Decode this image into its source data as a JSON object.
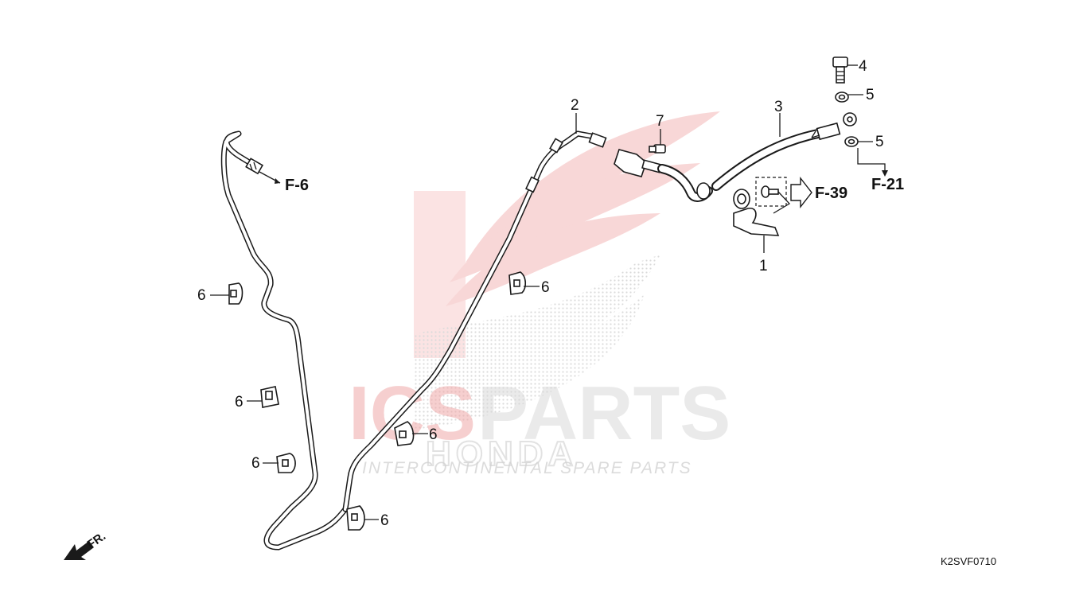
{
  "callouts": {
    "c1": "1",
    "c2": "2",
    "c3": "3",
    "c4": "4",
    "c5a": "5",
    "c5b": "5",
    "c6a": "6",
    "c6b": "6",
    "c6c": "6",
    "c6d": "6",
    "c6e": "6",
    "c6f": "6",
    "c7": "7"
  },
  "references": {
    "f6": "F-6",
    "f39": "F-39",
    "f21": "F-21"
  },
  "direction_label": "FR.",
  "diagram_code": "K2SVF0710",
  "watermark": {
    "brand_left": "ICS",
    "brand_right": "PARTS",
    "make": "HONDA",
    "tagline": "INTERCONTINENTAL SPARE PARTS",
    "accent_color": "#e23b3b"
  }
}
